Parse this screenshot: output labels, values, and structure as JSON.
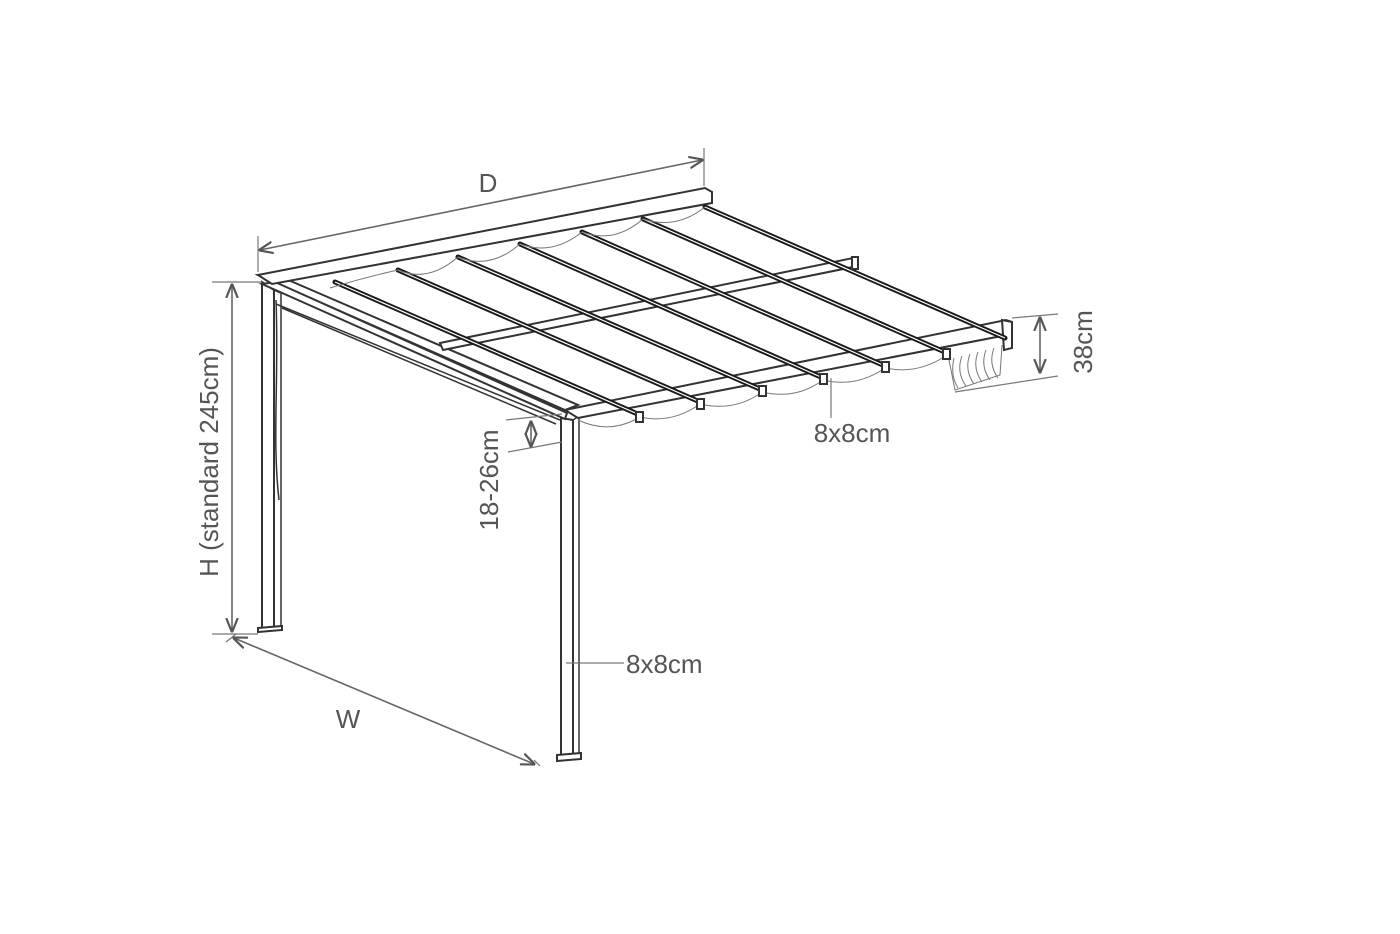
{
  "diagram": {
    "labels": {
      "depth": "D",
      "height": "H (standard 245cm)",
      "width": "W",
      "beam_size": "8x8cm",
      "post_size": "8x8cm",
      "drop_range": "18-26cm",
      "wall_profile": "38cm"
    }
  }
}
